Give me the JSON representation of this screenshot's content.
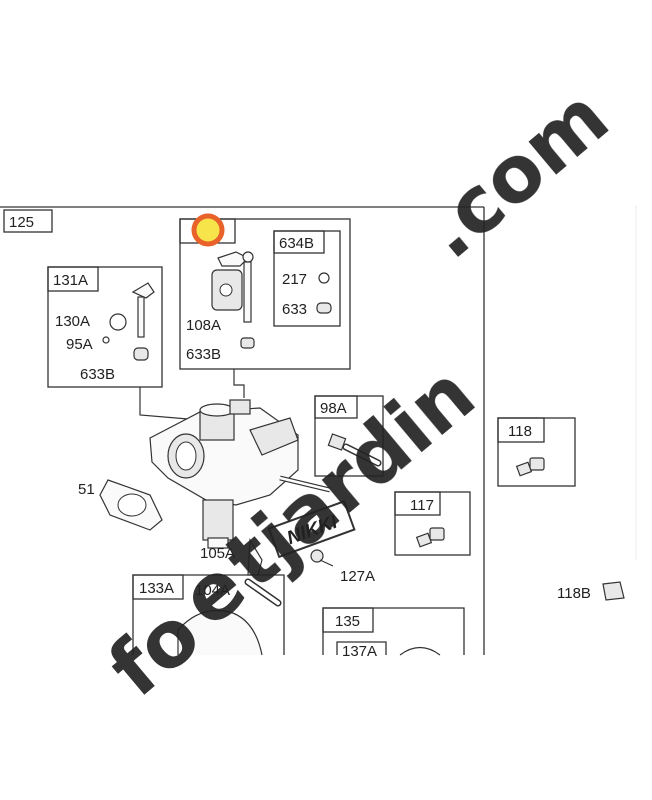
{
  "diagram": {
    "main_box_label": "125",
    "labels": {
      "l131A": "131A",
      "l130A": "130A",
      "l95A": "95A",
      "l633B_a": "633B",
      "l634B": "634B",
      "l217": "217",
      "l633": "633",
      "l108A": "108A",
      "l633B_b": "633B",
      "l98A": "98A",
      "l118": "118",
      "l117": "117",
      "l51": "51",
      "l105A": "105A",
      "l127A": "127A",
      "l118B": "118B",
      "l133A": "133A",
      "l104A": "104A",
      "l135": "135",
      "l137A": "137A"
    },
    "nikki_plate": "NIKKI",
    "highlight_color": "#e8622a",
    "highlight_center_color": "#e3e000"
  },
  "watermark": {
    "text_part1": "fo",
    "text_part2": "e",
    "text_part3": "tjardin",
    "text_part4": ".com",
    "green": "#b9d77a",
    "orange": "#f3b24a",
    "gray": "#cfc7bd"
  }
}
